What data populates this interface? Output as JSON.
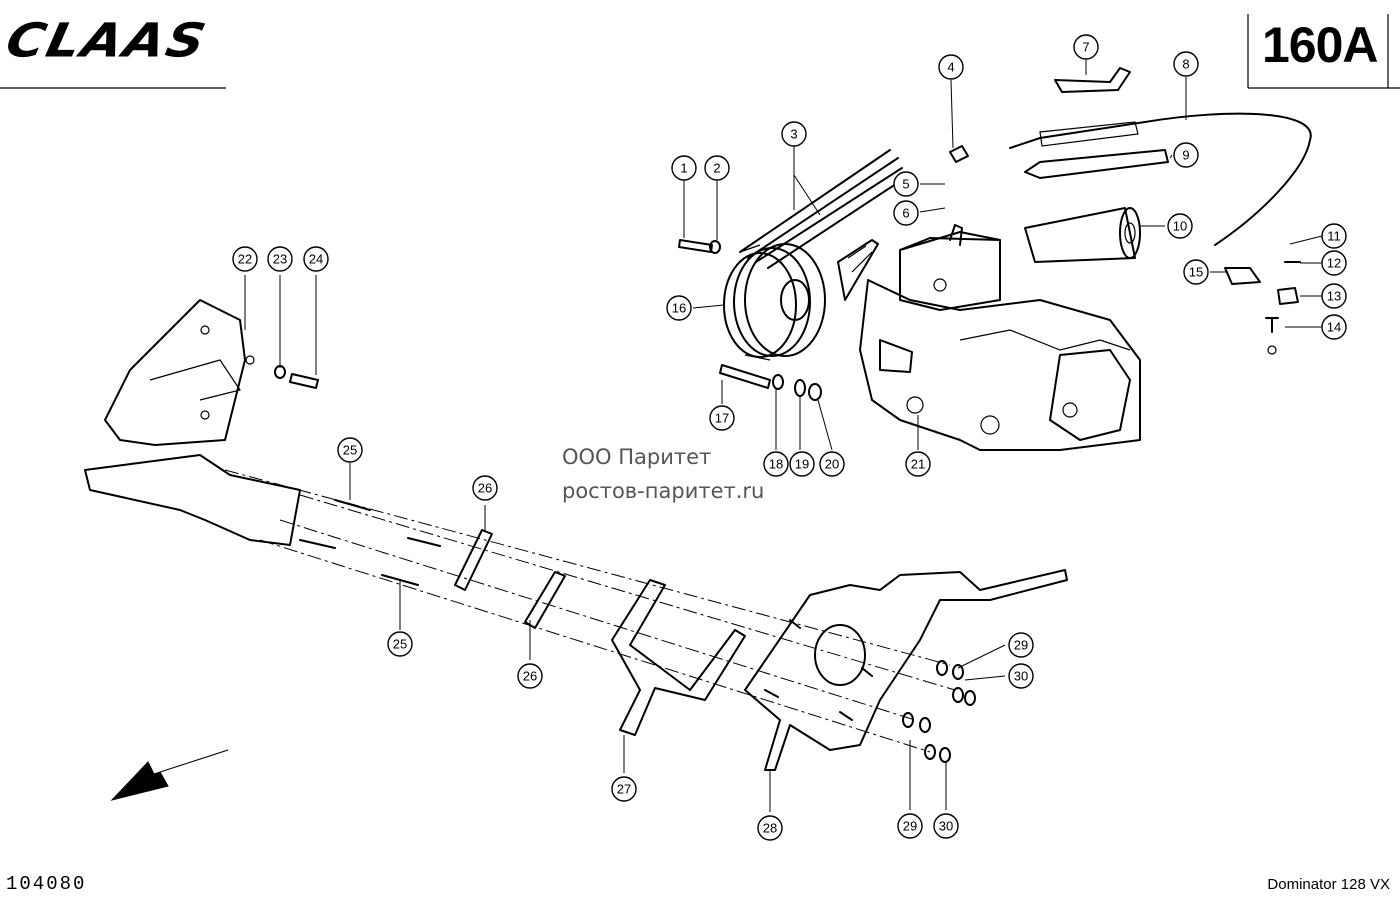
{
  "header": {
    "brand": "CLAAS",
    "page_code": "160A"
  },
  "footer": {
    "doc_number": "104080",
    "model": "Dominator 128 VX"
  },
  "watermark": {
    "line1": "ООО Паритет",
    "line2": "ростов-паритет.ru"
  },
  "callouts": [
    "1",
    "2",
    "3",
    "4",
    "5",
    "6",
    "7",
    "8",
    "9",
    "10",
    "11",
    "12",
    "13",
    "14",
    "15",
    "16",
    "17",
    "18",
    "19",
    "20",
    "21",
    "22",
    "23",
    "24",
    "25",
    "25",
    "26",
    "26",
    "27",
    "28",
    "29",
    "29",
    "30",
    "30"
  ],
  "colors": {
    "ink": "#000000",
    "paper": "#ffffff",
    "watermark": "#555555"
  }
}
